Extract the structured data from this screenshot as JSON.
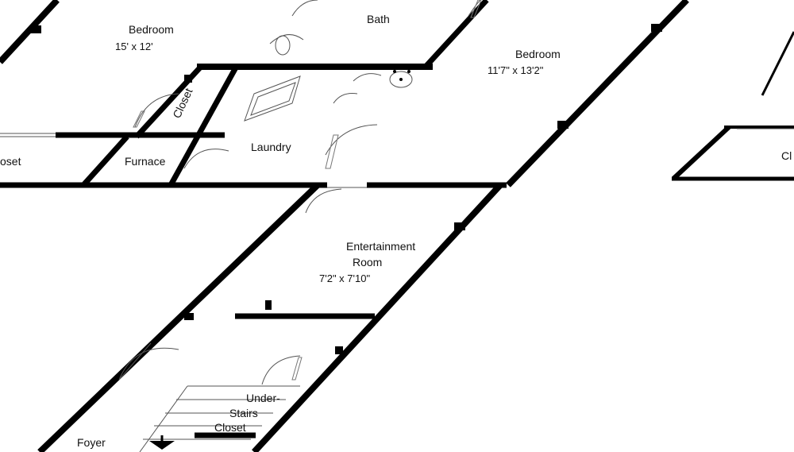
{
  "floor_plan": {
    "rooms": {
      "bedroom_left": {
        "name": "Bedroom",
        "size": "15' x 12'"
      },
      "bath": {
        "name": "Bath"
      },
      "bedroom_right": {
        "name": "Bedroom",
        "size": "11'7\" x 13'2\""
      },
      "closet_upper": {
        "name": "Closet"
      },
      "closet_left": {
        "name": "oset"
      },
      "furnace": {
        "name": "Furnace"
      },
      "laundry": {
        "name": "Laundry"
      },
      "closet_right": {
        "name": "Cl"
      },
      "entertainment": {
        "name_line1": "Entertainment",
        "name_line2": "Room",
        "size": "7'2\" x 7'10\""
      },
      "under_stairs": {
        "line1": "Under-",
        "line2": "Stairs",
        "line3": "Closet"
      },
      "foyer": {
        "name": "Foyer"
      }
    },
    "colors": {
      "wall": "#000000",
      "background": "#ffffff"
    }
  }
}
